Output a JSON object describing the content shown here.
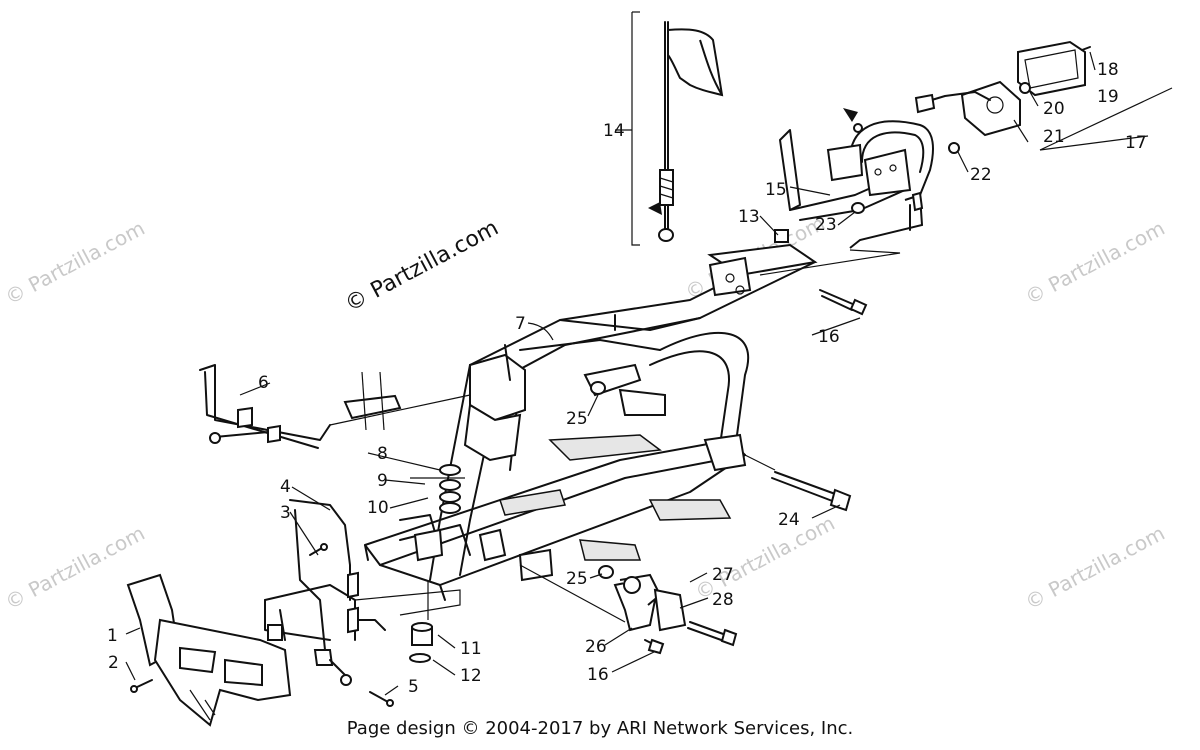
{
  "watermark_main": "© Partzilla.com",
  "watermarks_faint": [
    "© Partzilla.com",
    "© Partzilla.com",
    "© Partzilla.com",
    "© Partzilla.com",
    "© Partzilla.com",
    "© Partzilla.com"
  ],
  "callouts": {
    "n1": "1",
    "n2": "2",
    "n3": "3",
    "n4": "4",
    "n5": "5",
    "n6": "6",
    "n7": "7",
    "n8": "8",
    "n9": "9",
    "n10": "10",
    "n11": "11",
    "n12": "12",
    "n13": "13",
    "n14": "14",
    "n15": "15",
    "n16a": "16",
    "n16b": "16",
    "n17": "17",
    "n18": "18",
    "n19": "19",
    "n20": "20",
    "n21": "21",
    "n22": "22",
    "n23": "23",
    "n24": "24",
    "n25a": "25",
    "n25b": "25",
    "n26": "26",
    "n27": "27",
    "n28": "28"
  },
  "footer": "Page design © 2004-2017 by ARI Network Services, Inc."
}
